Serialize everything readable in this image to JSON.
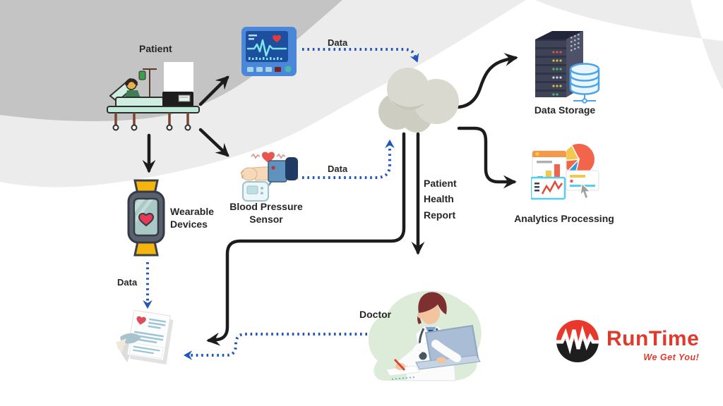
{
  "diagram": {
    "nodes": {
      "patient": {
        "label": "Patient",
        "icon": "hospital-bed-icon"
      },
      "vitals_monitor": {
        "icon": "ecg-monitor-icon"
      },
      "wearable_devices": {
        "label": "Wearable Devices",
        "icon": "smartwatch-icon"
      },
      "blood_pressure_sensor": {
        "label": "Blood Pressure Sensor",
        "icon": "blood-pressure-cuff-icon"
      },
      "cloud": {
        "icon": "cloud-icon"
      },
      "data_storage": {
        "label": "Data Storage",
        "icon": "server-database-icon"
      },
      "analytics_processing": {
        "label": "Analytics Processing",
        "icon": "analytics-dashboard-icon"
      },
      "doctor": {
        "label": "Doctor",
        "icon": "doctor-with-laptop-icon"
      },
      "health_report": {
        "icon": "medical-report-icon"
      }
    },
    "edges": {
      "monitor_to_cloud": {
        "label": "Data",
        "style": "dotted-blue"
      },
      "bp_sensor_to_cloud": {
        "label": "Data",
        "style": "dotted-blue"
      },
      "wearable_to_report": {
        "label": "Data",
        "style": "dotted-blue"
      },
      "doctor_to_report": {
        "style": "dotted-blue"
      },
      "cloud_to_doctor": {
        "label": "Patient Health Report",
        "style": "solid-black"
      },
      "patient_to_monitor": {
        "style": "solid-black"
      },
      "patient_to_bp_sensor": {
        "style": "solid-black"
      },
      "patient_to_wearable": {
        "style": "solid-black"
      },
      "cloud_to_data_storage": {
        "style": "solid-black"
      },
      "cloud_to_analytics": {
        "style": "solid-black"
      },
      "cloud_to_report": {
        "style": "solid-black"
      }
    },
    "colors": {
      "dotted_arrow_blue": "#2156b8",
      "solid_arrow_black": "#1c1c1c",
      "label_text": "#262626",
      "cloud_fill": "#d9d9cf",
      "background_dark_gray": "#c4c4c4",
      "background_light_gray": "#ececec"
    }
  },
  "logo": {
    "name": "RunTime",
    "tagline": "We Get You!",
    "red": "#e03a2d",
    "black": "#1e1e1e"
  }
}
